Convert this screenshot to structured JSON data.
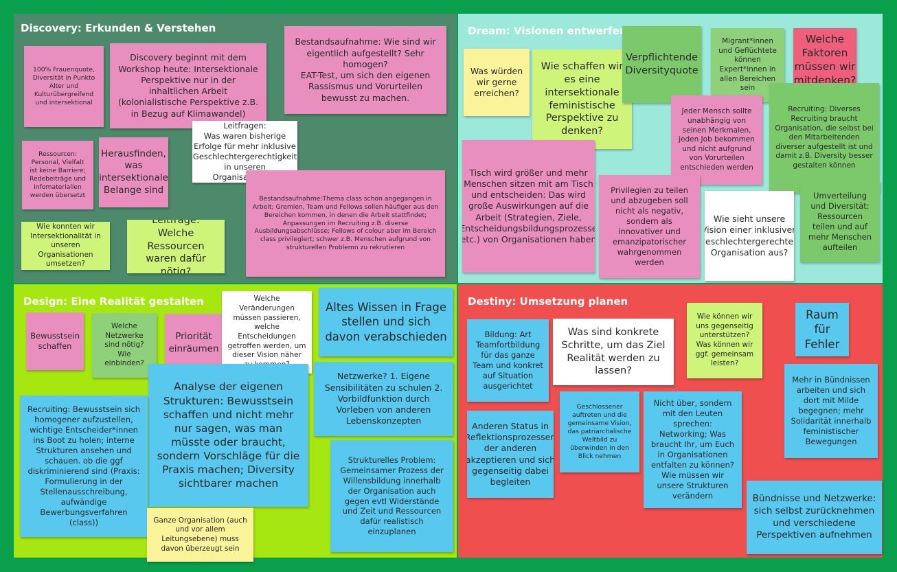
{
  "colors": {
    "frame": "#0a9f4d",
    "discovery": "#4c8a6b",
    "dream": "#9ce8da",
    "design": "#a6e712",
    "destiny": "#ef4f4f"
  },
  "discovery": {
    "title": "Discovery: Erkunden & Verstehen",
    "notes": [
      "100% Frauenquote, Diversität in Punkto Alter und Kulturübergreifend und intersektional",
      "Discovery beginnt mit dem Workshop heute: Intersektionale Perspektive nur in der inhaltlichen Arbeit (kolonialistische Perspektive z.B. in Bezug auf Klimawandel)",
      "Bestandsaufnahme: Wie sind wir eigentlich aufgestellt? Sehr homogen?\nEAT-Test, um sich den eigenen Rassismus und Vorurteilen bewusst zu machen.",
      "Leitfragen:\nWas waren bisherige Erfolge für mehr inklusive Geschlechtergerechtigkeit  in unseren Organisationen?",
      "Ressourcen: Personal, Vielfalt ist keine Barriere; Redebeiträge und Infomaterialien werden übersetzt",
      "Herausfinden, was intersektionale Belange sind",
      "Bestandsaufnahme:Thema class schon angegangen in Arbeit; Gremien, Team und Fellows sollen häufiger aus den Bereichen kommen, in denen die Arbeit stattfindet; Anpassungen im Recruiting z.B. diverse Ausbildungsabschlüsse; Fellows of colour aber im Bereich class privilegiert; schwer z.B. Menschen aufgrund von strukturellen Problemn zu rekrutieren",
      "Wie konnten wir Intersektionalität in unseren Organisationen umsetzen?",
      "Leitfrage: Welche Ressourcen waren dafür nötig?"
    ]
  },
  "dream": {
    "title": "Dream: Visionen entwerfen",
    "notes": [
      "Was würden wir gerne erreichen?",
      "Wie schaffen wir es eine intersektionale feministische Perspektive zu denken?",
      "Verpflichtende Diversityquote",
      "Migrant*innen und Geflüchtete können Expert*innen in allen Bereichen sein",
      "Welche Faktoren müssen wir mitdenken?",
      "Jeder Mensch sollte unabhängig von seinen Merkmalen, jeden Job bekommen und nicht aufgrund von Vorurteilen entschieden werden",
      "Recruiting: Diverses Recruiting braucht Organisation, die selbst bei den Mitarbeitenden diverser aufgestellt ist und damit z.B. Diversity besser gestalten können",
      "Tisch wird größer und mehr Menschen sitzen mit am Tisch und entscheiden: Das wird große Auswirkungen auf die Arbeit (Strategien, Ziele, Entscheidungsbildungsprozesse etc.) von Organisationen haben",
      "Privilegien zu teilen und abzugeben soll nicht als negativ, sondern als innovativer und emanzipatorischer wahrgenommen werden",
      "Wie sieht unsere Vision einer inklusiven geschlechtergerechten Organisation aus?",
      "Umverteilung und Diversität: Ressourcen teilen und auf mehr Menschen aufteilen"
    ]
  },
  "design": {
    "title": "Design: Eine Realität gestalten",
    "notes": [
      "Bewusstsein schaffen",
      "Welche Netzwerke sind nötig? Wie einbinden?",
      "Priorität einräumen",
      "Welche Veränderungen müssen passieren, welche Entscheidungen getroffen werden, um dieser Vision näher zu kommen?",
      "Altes Wissen in Frage stellen und sich davon verabschieden",
      "Netzwerke? 1. Eigene Sensibilitäten zu schulen 2. Vorbildfunktion durch Vorleben von anderen Lebenskonzepten",
      "Analyse der eigenen Strukturen: Bewusstsein schaffen und nicht mehr nur sagen, was man müsste oder braucht, sondern Vorschläge für die Praxis machen; Diversity sichtbarer machen",
      "Recruiting: Bewusstsein sich homogener aufzustellen, wichtige Entscheider*innen ins Boot zu holen; interne Strukturen ansehen und schauen. ob die ggf diskriminierend sind (Praxis: Formulierung in der Stellenausschreibung, aufwändige Bewerbungsverfahren (class))",
      "Strukturelles Problem: Gemeinsamer Prozess der Willensbildung innerhalb der Organisation auch gegen evtl Widerstände und Zeit und Ressourcen dafür realistisch einzuplanen",
      "Ganze Organisation (auch und vor allem Leitungsebene) muss davon überzeugt sein"
    ]
  },
  "destiny": {
    "title": "Destiny: Umsetzung planen",
    "notes": [
      "Bildung: Art Teamfortbildung für das ganze Team und konkret auf Situation ausgerichtet",
      "Was sind konkrete Schritte, um das Ziel Realität werden zu lassen?",
      "Wie können wir uns gegenseitig unterstützen? Was können wir ggf. gemeinsam leisten?",
      "Raum für Fehler",
      "Mehr in Bündnissen arbeiten und sich dort mit Milde begegnen; mehr Solidarität innerhalb feministischer Bewegungen",
      "Anderen Status in Reflektionsprozessen der anderen akzeptieren und sich gegenseitig dabei begleiten",
      "Geschlossener auftreten und die gemeinsame Vision, das patriarchalische Weltbild zu überwinden in den Blick nehmen",
      "Nicht über, sondern mit den Leuten sprechen: Networking; Was braucht Ihr, um Euch in Organisationen entfalten zu können? Wie müssen wir unsere Strukturen verändern",
      "Bündnisse und Netzwerke: sich selbst zurücknehmen und verschiedene Perspektiven aufnehmen"
    ]
  }
}
